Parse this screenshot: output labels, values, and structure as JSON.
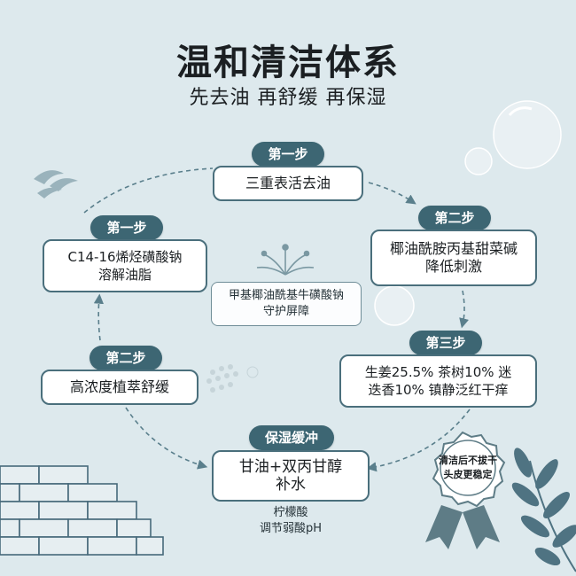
{
  "title": "温和清洁体系",
  "subtitle": "先去油 再舒缓 再保湿",
  "steps": [
    {
      "pill": "第一步",
      "text1": "三重表活去油",
      "text2": ""
    },
    {
      "pill": "第二步",
      "text1": "椰油酰胺丙基甜菜碱",
      "text2": "降低刺激"
    },
    {
      "pill": "第三步",
      "text1": "生姜25.5% 茶树10% 迷",
      "text2": "迭香10% 镇静泛红干痒"
    },
    {
      "pill": "保湿缓冲",
      "text1": "甘油+双丙甘醇",
      "text2": "补水"
    },
    {
      "pill": "第二步",
      "text1": "高浓度植萃舒缓",
      "text2": ""
    },
    {
      "pill": "第一步",
      "text1": "C14-16烯烃磺酸钠",
      "text2": "溶解油脂"
    }
  ],
  "center": {
    "line1": "甲基椰油酰基牛磺酸钠",
    "line2": "守护屏障"
  },
  "footnote": {
    "line1": "柠檬酸",
    "line2": "调节弱酸pH"
  },
  "badge": {
    "line1": "清洁后不拔干",
    "line2": "头皮更稳定"
  },
  "colors": {
    "background": "#dde9ed",
    "pill": "#3d6673",
    "box_border": "#4a6f7c",
    "arrow": "#5a7f8c",
    "badge": "#5e7c86"
  },
  "icons": [
    "bubble-icon",
    "bird-icon",
    "sprout-icon",
    "brick-wall-icon",
    "leaf-branch-icon",
    "dot-pattern-icon",
    "award-ribbon-icon"
  ]
}
